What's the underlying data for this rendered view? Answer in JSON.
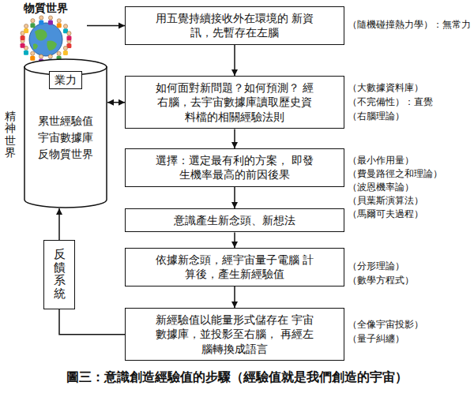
{
  "diagram": {
    "caption": "圖三：意識創造經驗值的步驟（經驗值就是我們創造的宇宙）",
    "nodes": [
      {
        "text": [
          "物質世界"
        ]
      },
      {
        "text": [
          "業力",
          "累世經驗值",
          "宇宙數據庫",
          "反物質世界"
        ]
      },
      {
        "text": [
          "反饋系統"
        ]
      },
      {
        "text": [
          "用五覺持續接收外在環境的 新資訊，先暫存在左腦"
        ]
      },
      {
        "text": [
          "如何面對新問題？如何預測？ 經右腦，去宇宙數據庫讀取歷史資料檔的相關經驗法則"
        ]
      },
      {
        "text": [
          "選擇：選定最有利的方案， 即發生機率最高的前因後果"
        ]
      },
      {
        "text": [
          "意識產生新念頭、新想法"
        ]
      },
      {
        "text": [
          "依據新念頭，經宇宙量子電腦 計算後，產生新經驗值"
        ]
      },
      {
        "text": [
          "新經驗值以能量形式儲存在 宇宙數據庫，並投影至右腦， 再經左腦轉換成語言"
        ]
      }
    ],
    "edges": [
      {
        "from": 0,
        "to": 3,
        "arrow": "to"
      },
      {
        "from": 3,
        "to": 4,
        "arrow": "to"
      },
      {
        "from": 4,
        "to": 5,
        "arrow": "to"
      },
      {
        "from": 5,
        "to": 6,
        "arrow": "to"
      },
      {
        "from": 6,
        "to": 7,
        "arrow": "to"
      },
      {
        "from": 7,
        "to": 8,
        "arrow": "to"
      },
      {
        "from": 1,
        "to": 4,
        "arrow": "both"
      },
      {
        "from": 8,
        "to": 2,
        "arrow": "none"
      },
      {
        "from": 2,
        "to": 1,
        "arrow": "to"
      }
    ],
    "labels": [
      "精神世界",
      "（隨機碰撞熱力學）：無常力",
      "（大數據資料庫）",
      "（不完備性）：直覺",
      "（右腦理論）",
      "（最小作用量）",
      "（費曼路徑之和理論）",
      "（波恩機率論）",
      "（貝葉斯演算法）",
      "（馬爾可夫過程）",
      "（分形理論）",
      "（數學方程式）",
      "（全像宇宙投影）",
      "（量子糾纏）"
    ]
  }
}
